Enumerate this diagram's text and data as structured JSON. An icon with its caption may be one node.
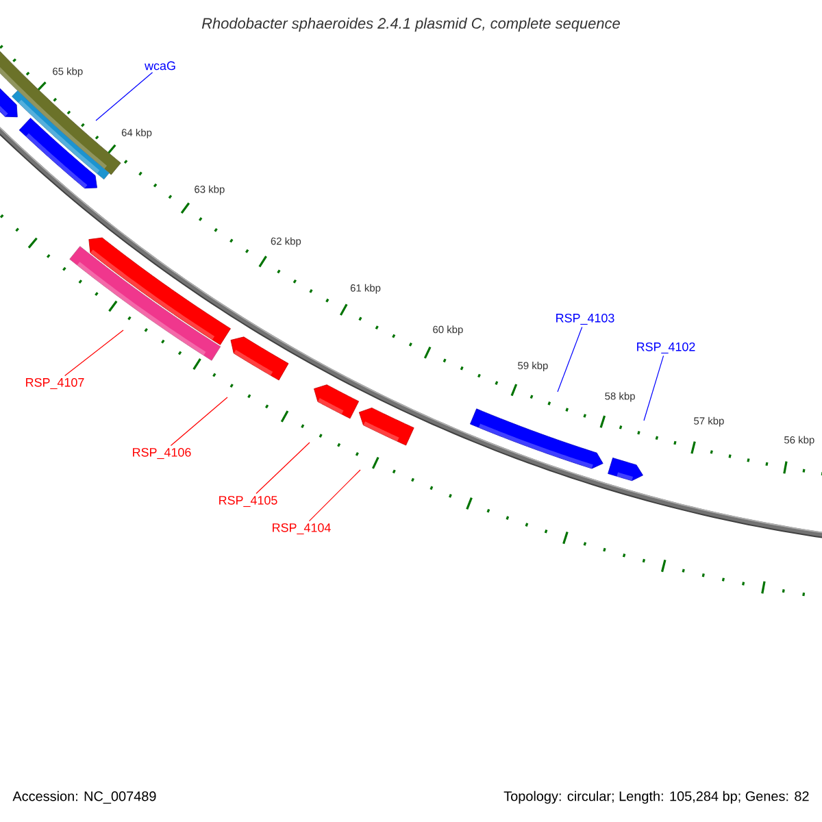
{
  "diagram": {
    "title": "Rhodobacter sphaeroides 2.4.1 plasmid C, complete sequence",
    "nodes": [
      {
        "text": [
          "wcaG"
        ]
      },
      {
        "text": [
          "RSP_4103"
        ]
      },
      {
        "text": [
          "RSP_4102"
        ]
      },
      {
        "text": [
          "RSP_4107"
        ]
      },
      {
        "text": [
          "RSP_4106"
        ]
      },
      {
        "text": [
          "RSP_4105"
        ]
      },
      {
        "text": [
          "RSP_4104"
        ]
      }
    ],
    "edges": [
      {
        "from": 0,
        "to": null,
        "arrow": "none",
        "color": "#0000ff"
      },
      {
        "from": 1,
        "to": null,
        "arrow": "none",
        "color": "#0000ff"
      },
      {
        "from": 2,
        "to": null,
        "arrow": "none",
        "color": "#0000ff"
      },
      {
        "from": 3,
        "to": null,
        "arrow": "none"
      },
      {
        "from": 4,
        "to": null,
        "arrow": "none"
      },
      {
        "from": 5,
        "to": null,
        "arrow": "none"
      },
      {
        "from": 6,
        "to": null,
        "arrow": "none"
      }
    ],
    "labels": [
      "65 kbp",
      "64 kbp",
      "63 kbp",
      "62 kbp",
      "61 kbp",
      "60 kbp",
      "59 kbp",
      "58 kbp",
      "57 kbp",
      "56 kbp",
      "Accession: NC_007489",
      "Topology: circular; Length: 105,284 bp; Genes: 82"
    ]
  }
}
